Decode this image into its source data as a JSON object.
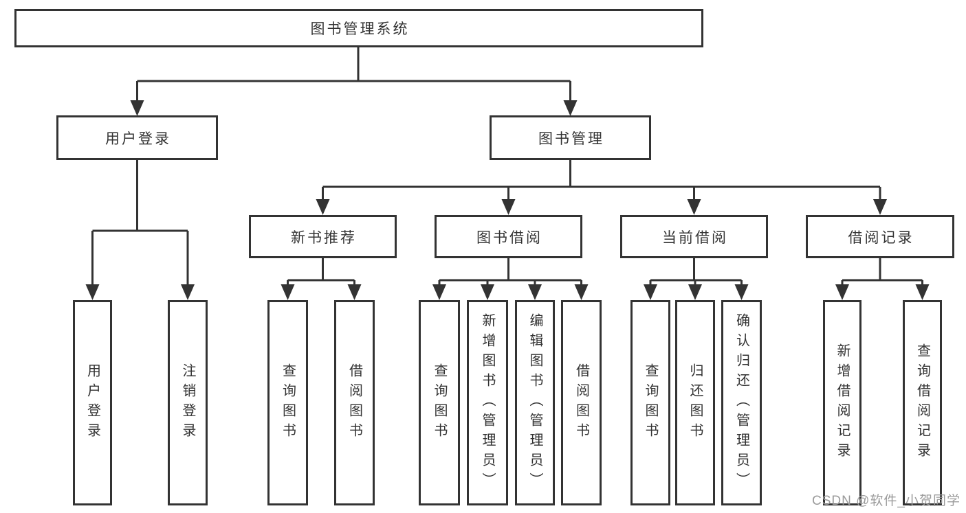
{
  "nodes": {
    "root": {
      "label": "图书管理系统"
    },
    "user_login": {
      "label": "用户登录"
    },
    "book_management": {
      "label": "图书管理"
    },
    "new_book_recommend": {
      "label": "新书推荐"
    },
    "book_borrow": {
      "label": "图书借阅"
    },
    "current_borrow": {
      "label": "当前借阅"
    },
    "borrow_records": {
      "label": "借阅记录"
    },
    "leaf_user_login": {
      "label": "用户登录"
    },
    "leaf_logout": {
      "label": "注销登录"
    },
    "leaf_rec_query_books": {
      "label": "查询图书"
    },
    "leaf_rec_borrow_books": {
      "label": "借阅图书"
    },
    "leaf_bor_query_books": {
      "label": "查询图书"
    },
    "leaf_bor_add_books": {
      "label": "新增图书（管理员）"
    },
    "leaf_bor_edit_books": {
      "label": "编辑图书（管理员）"
    },
    "leaf_bor_borrow_books": {
      "label": "借阅图书"
    },
    "leaf_cur_query_books": {
      "label": "查询图书"
    },
    "leaf_cur_return_books": {
      "label": "归还图书"
    },
    "leaf_cur_confirm_return": {
      "label": "确认归还（管理员）"
    },
    "leaf_log_add_record": {
      "label": "新增借阅记录"
    },
    "leaf_log_query_record": {
      "label": "查询借阅记录"
    }
  },
  "watermark": {
    "text": "CSDN @软件_小贺同学"
  },
  "colors": {
    "line": "#333333",
    "box_border": "#333333",
    "text": "#333333",
    "watermark": "#9b9b9b",
    "background": "#ffffff"
  }
}
